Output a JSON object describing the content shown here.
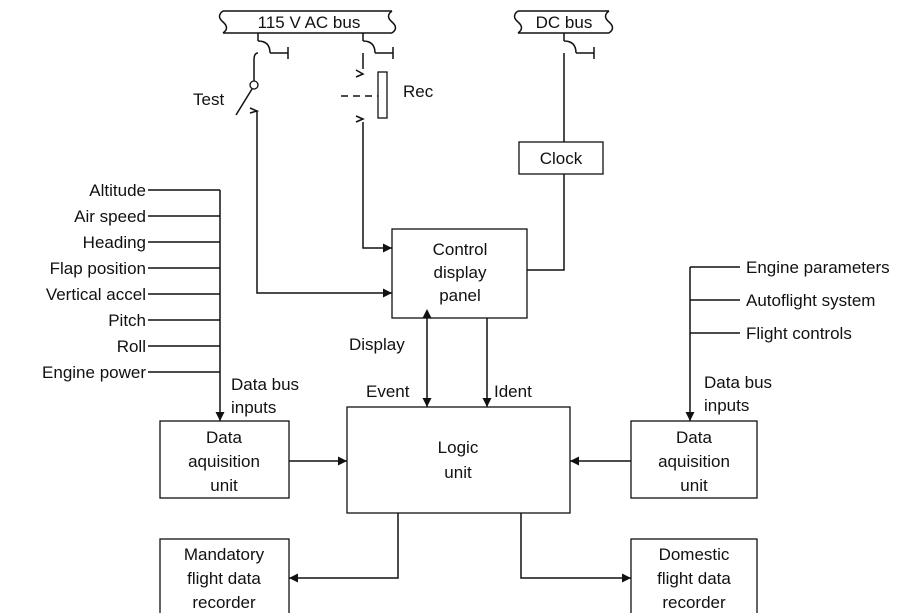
{
  "buses": {
    "ac": "115 V AC bus",
    "dc": "DC bus"
  },
  "switches": {
    "test": "Test",
    "rec": "Rec"
  },
  "clock": "Clock",
  "control_panel": [
    "Control",
    "display",
    "panel"
  ],
  "left_inputs": [
    "Altitude",
    "Air speed",
    "Heading",
    "Flap position",
    "Vertical accel",
    "Pitch",
    "Roll",
    "Engine power"
  ],
  "right_inputs": [
    "Engine parameters",
    "Autoflight system",
    "Flight controls"
  ],
  "data_bus_inputs": [
    "Data bus",
    "inputs"
  ],
  "daq_unit": [
    "Data",
    "aquisition",
    "unit"
  ],
  "logic_unit": [
    "Logic",
    "unit"
  ],
  "signals": {
    "display": "Display",
    "event": "Event",
    "ident": "Ident"
  },
  "mandatory_recorder": [
    "Mandatory",
    "flight data",
    "recorder"
  ],
  "domestic_recorder": [
    "Domestic",
    "flight data",
    "recorder"
  ]
}
